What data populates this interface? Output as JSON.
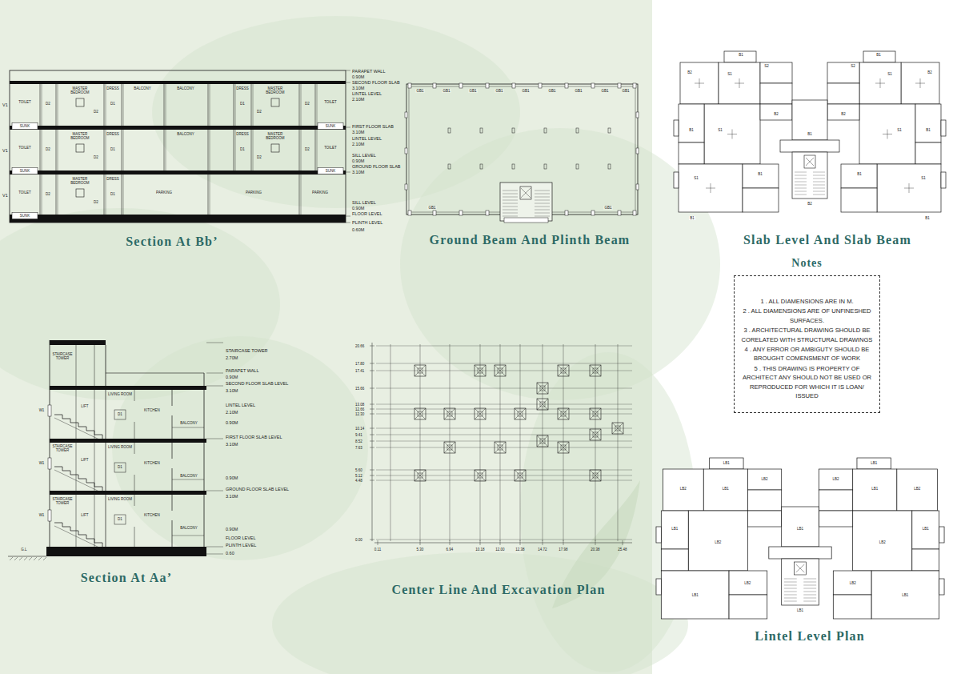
{
  "diagram": {
    "nodes": [
      {
        "text": [
          "Notes",
          "1 . ALL DIAMENSIONS ARE IN M.",
          "2 . ALL DIAMENSIONS ARE OF UNFINESHED SURFACES.",
          "3 . ARCHITECTURAL DRAWING SHOULD BE CORELATED WITH STRUCTURAL DRAWINGS",
          "4 . ANY ERROR OR AMBIGUTY SHOULD BE BROUGHT COMENSMENT OF WORK",
          "5 . THIS DRAWING IS PROPERTY OF ARCHITECT ANY SHOULD NOT BE USED OR REPRODUCED FOR WHICH IT IS LOAN/ ISSUED"
        ]
      }
    ],
    "labels": [
      "Section At Bb’",
      "Ground Beam And Plinth Beam",
      "Slab Level And Slab Beam",
      "Section At Aa’",
      "Center Line And Excavation Plan",
      "Lintel Level Plan",
      "PARAPET WALL",
      "0.90M",
      "SECOND FLOOR SLAB",
      "3.10M",
      "LINTEL LEVEL",
      "2.10M",
      "FIRST FLOOR SLAB",
      "3.10M",
      "LINTEL LEVEL",
      "2.10M",
      "SILL LEVEL",
      "0.90M",
      "GROUND FLOOR SLAB",
      "3.10M",
      "SILL LEVEL",
      "0.90M",
      "FLOOR LEVEL",
      "PLINTH LEVEL",
      "0.60M",
      "TOILET",
      "MASTER BEDROOM",
      "DRESS",
      "BALCONY",
      "BALCONY",
      "DRESS",
      "MASTER BEDROOM",
      "TOILET",
      "TOILET",
      "MASTER BEDROOM",
      "DRESS",
      "BALCONY",
      "DRESS",
      "MASTER BEDROOM",
      "TOILET",
      "TOILET",
      "MASTER BEDROOM",
      "DRESS",
      "PARKING",
      "PARKING",
      "PARKING",
      "D2",
      "D2",
      "D1",
      "D1",
      "D2",
      "D2",
      "D2",
      "D2",
      "D1",
      "D1",
      "D2",
      "D2",
      "D2",
      "D2",
      "D1",
      "SUNK",
      "SUNK",
      "SUNK",
      "SUNK",
      "SUNK",
      "V1",
      "V1",
      "V1",
      "STAIRCASE TOWER",
      "2.70M",
      "PARAPET WALL",
      "0.90M",
      "SECOND FLOOR SLAB LEVEL",
      "3.10M",
      "LINTEL LEVEL",
      "2.10M",
      "0.90M",
      "FIRST FLOOR SLAB LEVEL",
      "3.10M",
      "0.90M",
      "GROUND FLOOR SLAB LEVEL",
      "3.10M",
      "0.90M",
      "FLOOR LEVEL",
      "PLINTH LEVEL",
      "0.60",
      "STAIRCASE TOWER",
      "LIFT",
      "LIVING ROOM",
      "D1",
      "KITCHEN",
      "BALCONY",
      "W1",
      "STAIRCASE TOWER",
      "LIFT",
      "LIVING ROOM",
      "D1",
      "KITCHEN",
      "BALCONY",
      "W1",
      "STAIRCASE TOWER",
      "LIFT",
      "LIVING ROOM",
      "D1",
      "KITCHEN",
      "BALCONY",
      "W1",
      "G.L",
      "20.66",
      "17.80",
      "17.41",
      "15.66",
      "13.08",
      "12.66",
      "12.30",
      "10.14",
      "9.41",
      "8.52",
      "7.63",
      "5.60",
      "5.12",
      "4.48",
      "0.00",
      "0.11",
      "5.30",
      "6.94",
      "10.18",
      "12.00",
      "12.38",
      "14.72",
      "17.98",
      "20.38",
      "25.48",
      "GB1",
      "GB1",
      "GB1",
      "GB1",
      "GB1",
      "GB1",
      "GB1",
      "GB1",
      "GB1",
      "GB1",
      "GB1",
      "B1",
      "B2",
      "S1",
      "S2",
      "B1",
      "S1",
      "B2",
      "S1",
      "B1",
      "B1",
      "B2",
      "B1",
      "B2",
      "S1",
      "S2",
      "B1",
      "S1",
      "B2",
      "S1",
      "B1",
      "B1",
      "B1",
      "LB1",
      "LB2",
      "LB1",
      "LB2",
      "LB1",
      "LB2",
      "LB1",
      "LB2",
      "LB1",
      "LB1",
      "LB1",
      "LB2",
      "LB1",
      "LB2",
      "LB1",
      "LB2",
      "LB1",
      "LB2"
    ]
  }
}
